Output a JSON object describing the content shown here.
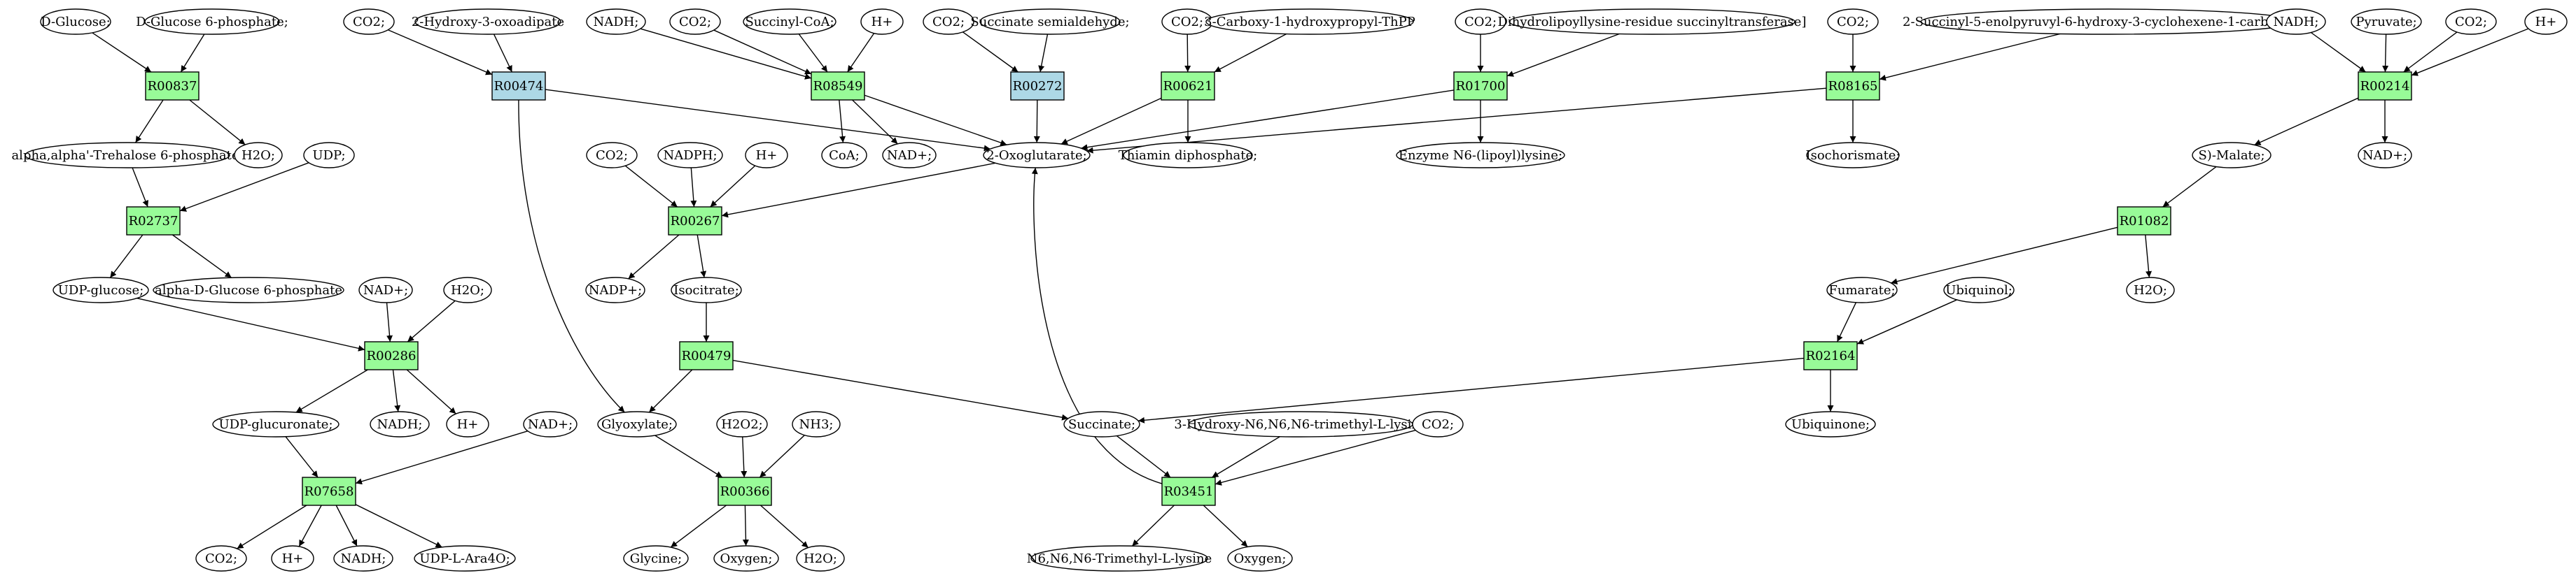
{
  "colors": {
    "reaction_green": "#98fb98",
    "reaction_blue": "#add8e6",
    "start_green": "#00ff00",
    "target_yellow": "#ffff00",
    "compound_white": "#ffffff"
  },
  "nodes": [
    {
      "id": "c_dglucose",
      "shape": "ellipse",
      "label": "D-Glucose;",
      "fill": "#00ff00"
    },
    {
      "id": "c_glc6p",
      "shape": "ellipse",
      "label": "D-Glucose 6-phosphate;"
    },
    {
      "id": "r_R00837",
      "shape": "rect",
      "label": "R00837",
      "fill": "#98fb98"
    },
    {
      "id": "c_trehalose6p",
      "shape": "ellipse",
      "label": "alpha,alpha'-Trehalose 6-phosphate;"
    },
    {
      "id": "c_h2o_r00837",
      "shape": "ellipse",
      "label": "H2O;"
    },
    {
      "id": "c_udp",
      "shape": "ellipse",
      "label": "UDP;"
    },
    {
      "id": "r_R02737",
      "shape": "rect",
      "label": "R02737",
      "fill": "#98fb98"
    },
    {
      "id": "c_udpglucose",
      "shape": "ellipse",
      "label": "UDP-glucose;"
    },
    {
      "id": "c_adglc6p",
      "shape": "ellipse",
      "label": "alpha-D-Glucose 6-phosphate"
    },
    {
      "id": "c_nadp_r00286",
      "shape": "ellipse",
      "label": "NAD+;"
    },
    {
      "id": "c_h2o_r00286",
      "shape": "ellipse",
      "label": "H2O;"
    },
    {
      "id": "r_R00286",
      "shape": "rect",
      "label": "R00286",
      "fill": "#98fb98"
    },
    {
      "id": "c_udpglucuronate",
      "shape": "ellipse",
      "label": "UDP-glucuronate;"
    },
    {
      "id": "c_nadh_r00286",
      "shape": "ellipse",
      "label": "NADH;"
    },
    {
      "id": "c_h_r00286",
      "shape": "ellipse",
      "label": "H+"
    },
    {
      "id": "c_nad_r07658",
      "shape": "ellipse",
      "label": "NAD+;"
    },
    {
      "id": "r_R07658",
      "shape": "rect",
      "label": "R07658",
      "fill": "#98fb98"
    },
    {
      "id": "c_co2_r07658",
      "shape": "ellipse",
      "label": "CO2;"
    },
    {
      "id": "c_h_r07658",
      "shape": "ellipse",
      "label": "H+"
    },
    {
      "id": "c_nadh_r07658",
      "shape": "ellipse",
      "label": "NADH;"
    },
    {
      "id": "c_udpara4o",
      "shape": "ellipse",
      "label": "UDP-L-Ara4O;"
    },
    {
      "id": "c_co2_r00474",
      "shape": "ellipse",
      "label": "CO2;"
    },
    {
      "id": "c_hydroxyoxoadipate",
      "shape": "ellipse",
      "label": "2-Hydroxy-3-oxoadipate"
    },
    {
      "id": "r_R00474",
      "shape": "rect",
      "label": "R00474",
      "fill": "#add8e6"
    },
    {
      "id": "c_nadh_r08549",
      "shape": "ellipse",
      "label": "NADH;"
    },
    {
      "id": "c_co2_r08549",
      "shape": "ellipse",
      "label": "CO2;"
    },
    {
      "id": "c_succinylcoa",
      "shape": "ellipse",
      "label": "Succinyl-CoA;"
    },
    {
      "id": "c_h_r08549",
      "shape": "ellipse",
      "label": "H+"
    },
    {
      "id": "r_R08549",
      "shape": "rect",
      "label": "R08549",
      "fill": "#98fb98"
    },
    {
      "id": "c_coa",
      "shape": "ellipse",
      "label": "CoA;"
    },
    {
      "id": "c_nad_r08549",
      "shape": "ellipse",
      "label": "NAD+;"
    },
    {
      "id": "c_co2_r00272",
      "shape": "ellipse",
      "label": "CO2;"
    },
    {
      "id": "c_succsemialdehyde",
      "shape": "ellipse",
      "label": "Succinate semialdehyde;"
    },
    {
      "id": "r_R00272",
      "shape": "rect",
      "label": "R00272",
      "fill": "#add8e6"
    },
    {
      "id": "c_co2_r00621",
      "shape": "ellipse",
      "label": "CO2;"
    },
    {
      "id": "c_carboxyhydroxypropylthpp",
      "shape": "ellipse",
      "label": "3-Carboxy-1-hydroxypropyl-ThPP"
    },
    {
      "id": "r_R00621",
      "shape": "rect",
      "label": "R00621",
      "fill": "#98fb98"
    },
    {
      "id": "c_thiamindiphosphate",
      "shape": "ellipse",
      "label": "Thiamin diphosphate;"
    },
    {
      "id": "c_co2_r01700",
      "shape": "ellipse",
      "label": "CO2;"
    },
    {
      "id": "c_dihydrolipoyllysine",
      "shape": "ellipse",
      "label": "Dihydrolipoyllysine-residue succinyltransferase]"
    },
    {
      "id": "r_R01700",
      "shape": "rect",
      "label": "R01700",
      "fill": "#98fb98"
    },
    {
      "id": "c_enzymen6lipoyllysine",
      "shape": "ellipse",
      "label": "Enzyme N6-(lipoyl)lysine;"
    },
    {
      "id": "c_co2_r08165",
      "shape": "ellipse",
      "label": "CO2;"
    },
    {
      "id": "c_succinylenolpyruvyl",
      "shape": "ellipse",
      "label": "2-Succinyl-5-enolpyruvyl-6-hydroxy-3-cyclohexene-1-carboxylate"
    },
    {
      "id": "r_R08165",
      "shape": "rect",
      "label": "R08165",
      "fill": "#98fb98"
    },
    {
      "id": "c_isochorismate",
      "shape": "ellipse",
      "label": "Isochorismate;"
    },
    {
      "id": "c_nadh_r00214",
      "shape": "ellipse",
      "label": "NADH;"
    },
    {
      "id": "c_pyruvate",
      "shape": "ellipse",
      "label": "Pyruvate;"
    },
    {
      "id": "c_co2_r00214",
      "shape": "ellipse",
      "label": "CO2;"
    },
    {
      "id": "c_h_r00214",
      "shape": "ellipse",
      "label": "H+"
    },
    {
      "id": "r_R00214",
      "shape": "rect",
      "label": "R00214",
      "fill": "#98fb98"
    },
    {
      "id": "c_smalate",
      "shape": "ellipse",
      "label": "S)-Malate;"
    },
    {
      "id": "c_nad_r00214",
      "shape": "ellipse",
      "label": "NAD+;"
    },
    {
      "id": "c_oxoglutarate",
      "shape": "ellipse",
      "label": "2-Oxoglutarate;"
    },
    {
      "id": "c_co2_r00267",
      "shape": "ellipse",
      "label": "CO2;"
    },
    {
      "id": "c_nadph_r00267",
      "shape": "ellipse",
      "label": "NADPH;"
    },
    {
      "id": "c_h_r00267",
      "shape": "ellipse",
      "label": "H+"
    },
    {
      "id": "r_R00267",
      "shape": "rect",
      "label": "R00267",
      "fill": "#98fb98"
    },
    {
      "id": "c_nadp_r00267",
      "shape": "ellipse",
      "label": "NADP+;"
    },
    {
      "id": "c_isocitrate",
      "shape": "ellipse",
      "label": "Isocitrate;"
    },
    {
      "id": "r_R00479",
      "shape": "rect",
      "label": "R00479",
      "fill": "#98fb98"
    },
    {
      "id": "c_glyoxylate",
      "shape": "ellipse",
      "label": "Glyoxylate;"
    },
    {
      "id": "c_h2o2",
      "shape": "ellipse",
      "label": "H2O2;"
    },
    {
      "id": "c_nh3",
      "shape": "ellipse",
      "label": "NH3;"
    },
    {
      "id": "r_R00366",
      "shape": "rect",
      "label": "R00366",
      "fill": "#98fb98"
    },
    {
      "id": "c_glycine",
      "shape": "ellipse",
      "label": "Glycine;",
      "fill": "#ffff00"
    },
    {
      "id": "c_oxygen_r00366",
      "shape": "ellipse",
      "label": "Oxygen;"
    },
    {
      "id": "c_h2o_r00366",
      "shape": "ellipse",
      "label": "H2O;"
    },
    {
      "id": "r_R01082",
      "shape": "rect",
      "label": "R01082",
      "fill": "#98fb98"
    },
    {
      "id": "c_fumarate",
      "shape": "ellipse",
      "label": "Fumarate;"
    },
    {
      "id": "c_h2o_r01082",
      "shape": "ellipse",
      "label": "H2O;"
    },
    {
      "id": "c_ubiquinol",
      "shape": "ellipse",
      "label": "Ubiquinol;"
    },
    {
      "id": "r_R02164",
      "shape": "rect",
      "label": "R02164",
      "fill": "#98fb98"
    },
    {
      "id": "c_succinate",
      "shape": "ellipse",
      "label": "Succinate;"
    },
    {
      "id": "c_ubiquinone",
      "shape": "ellipse",
      "label": "Ubiquinone;"
    },
    {
      "id": "c_hydroxytrimethyllysine",
      "shape": "ellipse",
      "label": "3-Hydroxy-N6,N6,N6-trimethyl-L-lysine"
    },
    {
      "id": "c_co2_r03451",
      "shape": "ellipse",
      "label": "CO2;"
    },
    {
      "id": "r_R03451",
      "shape": "rect",
      "label": "R03451",
      "fill": "#98fb98"
    },
    {
      "id": "c_trimethyllysine",
      "shape": "ellipse",
      "label": "N6,N6,N6-Trimethyl-L-lysine"
    },
    {
      "id": "c_oxygen_r03451",
      "shape": "ellipse",
      "label": "Oxygen;"
    }
  ],
  "edges": [
    [
      "c_dglucose",
      "r_R00837"
    ],
    [
      "c_glc6p",
      "r_R00837"
    ],
    [
      "r_R00837",
      "c_trehalose6p"
    ],
    [
      "r_R00837",
      "c_h2o_r00837"
    ],
    [
      "c_trehalose6p",
      "r_R02737"
    ],
    [
      "c_udp",
      "r_R02737"
    ],
    [
      "r_R02737",
      "c_udpglucose"
    ],
    [
      "r_R02737",
      "c_adglc6p"
    ],
    [
      "c_udpglucose",
      "r_R00286"
    ],
    [
      "c_nadp_r00286",
      "r_R00286"
    ],
    [
      "c_h2o_r00286",
      "r_R00286"
    ],
    [
      "r_R00286",
      "c_udpglucuronate"
    ],
    [
      "r_R00286",
      "c_nadh_r00286"
    ],
    [
      "r_R00286",
      "c_h_r00286"
    ],
    [
      "c_udpglucuronate",
      "r_R07658"
    ],
    [
      "c_nad_r07658",
      "r_R07658"
    ],
    [
      "r_R07658",
      "c_co2_r07658"
    ],
    [
      "r_R07658",
      "c_h_r07658"
    ],
    [
      "r_R07658",
      "c_nadh_r07658"
    ],
    [
      "r_R07658",
      "c_udpara4o"
    ],
    [
      "c_co2_r00474",
      "r_R00474"
    ],
    [
      "c_hydroxyoxoadipate",
      "r_R00474"
    ],
    [
      "r_R00474",
      "c_oxoglutarate"
    ],
    [
      "r_R00474",
      "c_glyoxylate"
    ],
    [
      "c_nadh_r08549",
      "r_R08549"
    ],
    [
      "c_co2_r08549",
      "r_R08549"
    ],
    [
      "c_succinylcoa",
      "r_R08549"
    ],
    [
      "c_h_r08549",
      "r_R08549"
    ],
    [
      "r_R08549",
      "c_coa"
    ],
    [
      "r_R08549",
      "c_nad_r08549"
    ],
    [
      "r_R08549",
      "c_oxoglutarate"
    ],
    [
      "c_co2_r00272",
      "r_R00272"
    ],
    [
      "c_succsemialdehyde",
      "r_R00272"
    ],
    [
      "r_R00272",
      "c_oxoglutarate"
    ],
    [
      "c_co2_r00621",
      "r_R00621"
    ],
    [
      "c_carboxyhydroxypropylthpp",
      "r_R00621"
    ],
    [
      "r_R00621",
      "c_oxoglutarate"
    ],
    [
      "r_R00621",
      "c_thiamindiphosphate"
    ],
    [
      "c_co2_r01700",
      "r_R01700"
    ],
    [
      "c_dihydrolipoyllysine",
      "r_R01700"
    ],
    [
      "r_R01700",
      "c_oxoglutarate"
    ],
    [
      "r_R01700",
      "c_enzymen6lipoyllysine"
    ],
    [
      "c_co2_r08165",
      "r_R08165"
    ],
    [
      "c_succinylenolpyruvyl",
      "r_R08165"
    ],
    [
      "r_R08165",
      "c_oxoglutarate"
    ],
    [
      "r_R08165",
      "c_isochorismate"
    ],
    [
      "c_nadh_r00214",
      "r_R00214"
    ],
    [
      "c_pyruvate",
      "r_R00214"
    ],
    [
      "c_co2_r00214",
      "r_R00214"
    ],
    [
      "c_h_r00214",
      "r_R00214"
    ],
    [
      "r_R00214",
      "c_smalate"
    ],
    [
      "r_R00214",
      "c_nad_r00214"
    ],
    [
      "c_oxoglutarate",
      "r_R00267"
    ],
    [
      "c_co2_r00267",
      "r_R00267"
    ],
    [
      "c_nadph_r00267",
      "r_R00267"
    ],
    [
      "c_h_r00267",
      "r_R00267"
    ],
    [
      "r_R00267",
      "c_nadp_r00267"
    ],
    [
      "r_R00267",
      "c_isocitrate"
    ],
    [
      "c_isocitrate",
      "r_R00479"
    ],
    [
      "r_R00479",
      "c_glyoxylate"
    ],
    [
      "r_R00479",
      "c_succinate"
    ],
    [
      "c_glyoxylate",
      "r_R00366"
    ],
    [
      "c_h2o2",
      "r_R00366"
    ],
    [
      "c_nh3",
      "r_R00366"
    ],
    [
      "r_R00366",
      "c_glycine"
    ],
    [
      "r_R00366",
      "c_oxygen_r00366"
    ],
    [
      "r_R00366",
      "c_h2o_r00366"
    ],
    [
      "c_smalate",
      "r_R01082"
    ],
    [
      "r_R01082",
      "c_fumarate"
    ],
    [
      "r_R01082",
      "c_h2o_r01082"
    ],
    [
      "c_fumarate",
      "r_R02164"
    ],
    [
      "c_ubiquinol",
      "r_R02164"
    ],
    [
      "r_R02164",
      "c_succinate"
    ],
    [
      "r_R02164",
      "c_ubiquinone"
    ],
    [
      "c_succinate",
      "r_R03451"
    ],
    [
      "c_hydroxytrimethyllysine",
      "r_R03451"
    ],
    [
      "c_co2_r03451",
      "r_R03451"
    ],
    [
      "r_R03451",
      "c_oxoglutarate"
    ],
    [
      "r_R03451",
      "c_trimethyllysine"
    ],
    [
      "r_R03451",
      "c_oxygen_r03451"
    ]
  ]
}
